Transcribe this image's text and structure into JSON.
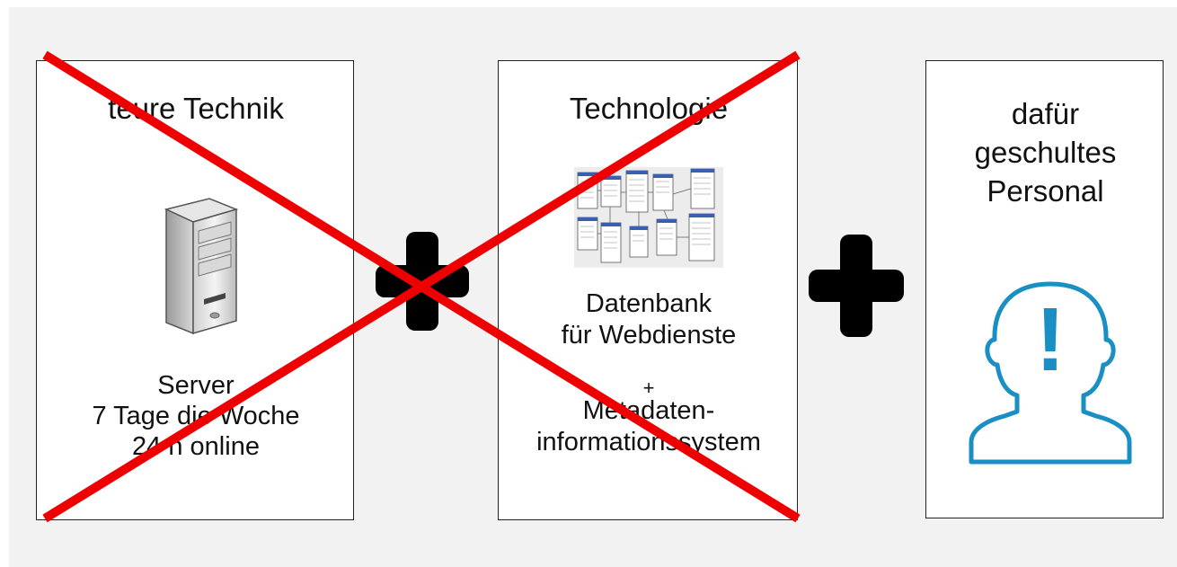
{
  "boxes": [
    {
      "title": "teure Technik",
      "image": "server-tower-icon",
      "lines": [
        "Server",
        "7 Tage die Woche",
        "24 h online"
      ],
      "crossed_out": true
    },
    {
      "title": "Technologie",
      "image": "database-schema-diagram",
      "lines": [
        "Datenbank",
        "für Webdienste"
      ],
      "plus_label": "+",
      "lines2": [
        "Metadaten-",
        "informationssystem"
      ],
      "crossed_out": true
    },
    {
      "title_lines": [
        "dafür",
        "geschultes",
        "Personal"
      ],
      "image": "person-exclamation-icon",
      "image_glyph": "!",
      "crossed_out": false
    }
  ],
  "colors": {
    "cross": "#ee0000",
    "plus": "#000000",
    "person_icon": "#1a8fc4",
    "background": "#f2f2f2"
  }
}
